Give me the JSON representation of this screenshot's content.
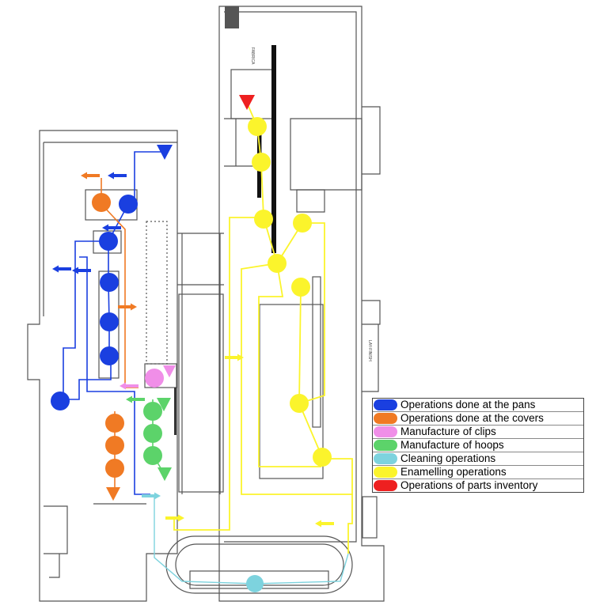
{
  "colors": {
    "pans": "#1a3fe0",
    "covers": "#f07a24",
    "clips": "#f08ee8",
    "hoops": "#5cd36a",
    "cleaning": "#7dd3de",
    "enamelling": "#fbf42c",
    "inventory": "#ee2020",
    "walls": "#555555"
  },
  "labels": {
    "room_tag_1": "FABRICA",
    "room_tag_2": "LAY-FINISH"
  },
  "legend": {
    "items": [
      {
        "label": "Operations done at the pans",
        "color": "#1a3fe0"
      },
      {
        "label": "Operations done at the covers",
        "color": "#f07a24"
      },
      {
        "label": "Manufacture of clips",
        "color": "#f08ee8"
      },
      {
        "label": "Manufacture of hoops",
        "color": "#5cd36a"
      },
      {
        "label": "Cleaning operations",
        "color": "#7dd3de"
      },
      {
        "label": "Enamelling operations",
        "color": "#fbf42c"
      },
      {
        "label": "Operations of parts inventory",
        "color": "#ee2020"
      }
    ]
  }
}
